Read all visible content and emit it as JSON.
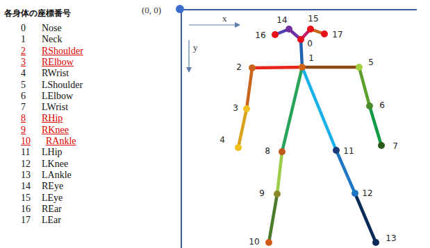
{
  "diagram": {
    "title": "各身体の座標番号",
    "labels": [
      "0",
      "Nose",
      "1",
      "Neck",
      "2",
      "RShoulder",
      "3",
      "RElbow",
      "4",
      "RWrist",
      "5",
      "LShoulder",
      "6",
      "LElbow",
      "7",
      "LWrist",
      "8",
      "RHip",
      "9",
      "RKnee",
      "10",
      "RAnkle",
      "11",
      "LHip",
      "12",
      "LKnee",
      "13",
      "LAnkle",
      "14",
      "REye",
      "15",
      "LEye",
      "16",
      "REar",
      "17",
      "LEar",
      "(0, 0)",
      "x",
      "y",
      "0",
      "1",
      "2",
      "3",
      "4",
      "5",
      "6",
      "7",
      "8",
      "9",
      "10",
      "11",
      "12",
      "13",
      "14",
      "15",
      "16",
      "17"
    ]
  }
}
